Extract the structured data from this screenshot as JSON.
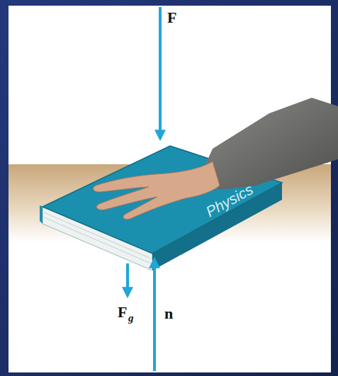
{
  "diagram": {
    "labels": [
      "F",
      "Physics",
      "F",
      "g",
      "n"
    ]
  }
}
